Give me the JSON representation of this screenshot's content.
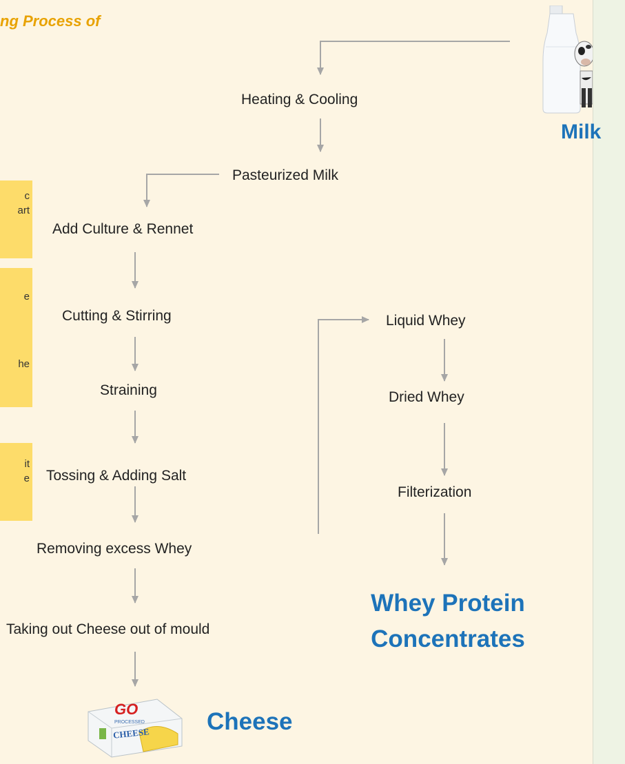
{
  "header": {
    "title": "ng Process of"
  },
  "side_notes": [
    {
      "lines": [
        "c",
        "art"
      ]
    },
    {
      "lines": [
        "e"
      ]
    },
    {
      "lines": [
        "he"
      ]
    },
    {
      "lines": [
        "it",
        "e"
      ]
    }
  ],
  "source": {
    "label": "Milk",
    "image_icon": "milk-bottle-cow-icon"
  },
  "cheese_flow": {
    "heating": "Heating & Cooling",
    "pasteurized": "Pasteurized Milk",
    "culture": "Add Culture & Rennet",
    "cutting": "Cutting & Stirring",
    "straining": "Straining",
    "tossing": "Tossing & Adding Salt",
    "removing": "Removing excess Whey",
    "taking_out": "Taking out Cheese out of mould",
    "product_label": "Cheese",
    "product_image": {
      "brand": "GO",
      "text": "CHEESE",
      "sub": "PROCESSED",
      "icon": "cheese-box-icon"
    }
  },
  "whey_flow": {
    "liquid": "Liquid Whey",
    "dried": "Dried Whey",
    "filter": "Filterization",
    "product_line1": "Whey Protein",
    "product_line2": "Concentrates"
  },
  "colors": {
    "accent_blue": "#1d73b9",
    "title_orange": "#e8a200",
    "note_yellow": "#fddc6a",
    "arrow_gray": "#a6a6a6",
    "background": "#fdf5e3"
  }
}
